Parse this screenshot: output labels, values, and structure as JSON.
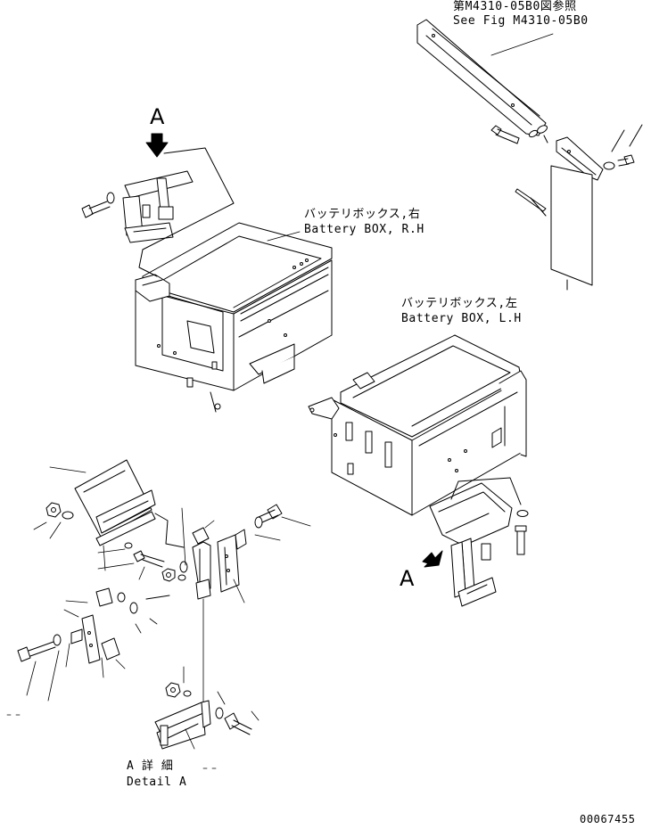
{
  "labels": {
    "ref_jp": "第M4310-05B0図参照",
    "ref_en": "See Fig M4310-05B0",
    "battery_rh_jp": "バッテリボックス,右",
    "battery_rh_en": "Battery BOX, R.H",
    "battery_lh_jp": "バッテリボックス,左",
    "battery_lh_en": "Battery BOX, L.H",
    "view_a_top": "A",
    "view_a_bottom": "A",
    "detail_jp": "A 詳 細",
    "detail_en": "Detail A",
    "drawing_number": "00067455"
  },
  "colors": {
    "ink": "#000000",
    "paper": "#ffffff"
  }
}
